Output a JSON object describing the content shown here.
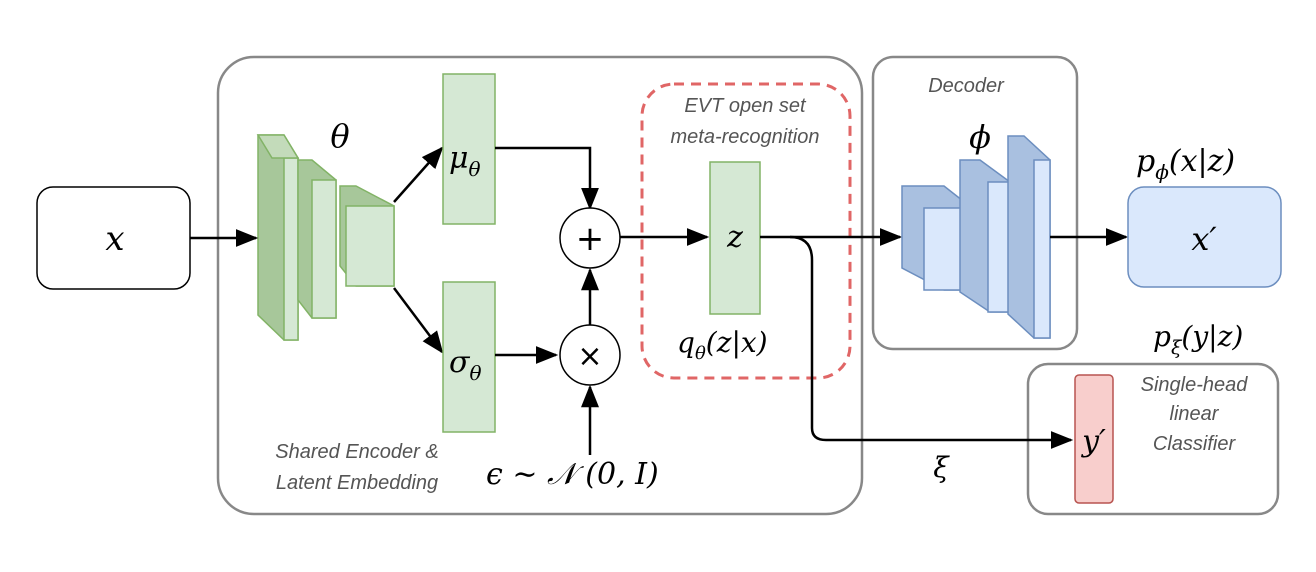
{
  "input": {
    "label": "x"
  },
  "encoder": {
    "caption_line1": "Shared Encoder &",
    "caption_line2": "Latent Embedding",
    "theta": "θ",
    "mu": "μ",
    "mu_sub": "θ",
    "sigma": "σ",
    "sigma_sub": "θ",
    "plus": "+",
    "times": "×",
    "noise": "ϵ ∼ 𝒩 (0, I)"
  },
  "evt": {
    "title_line1": "EVT open set",
    "title_line2": "meta-recognition",
    "z": "z",
    "q_prefix": "q",
    "q_sub": "θ",
    "q_suffix": "(z|x)"
  },
  "decoder": {
    "title": "Decoder",
    "phi": "ϕ",
    "p_prefix": "p",
    "p_sub": "ϕ",
    "p_suffix": "(x|z)",
    "output": "x′"
  },
  "classifier": {
    "p_prefix": "p",
    "p_sub": "ξ",
    "p_suffix": "(y|z)",
    "xi": "ξ",
    "output": "y′",
    "caption_line1": "Single-head",
    "caption_line2": "linear",
    "caption_line3": "Classifier"
  },
  "colors": {
    "green_fill": "#d5e8d4",
    "green_stroke": "#82b366",
    "blue_fill": "#dae8fc",
    "blue_stroke": "#6c8ebf",
    "red_fill": "#f8cecc",
    "red_stroke": "#b85450",
    "dashed": "#e06666",
    "container": "#888888"
  }
}
